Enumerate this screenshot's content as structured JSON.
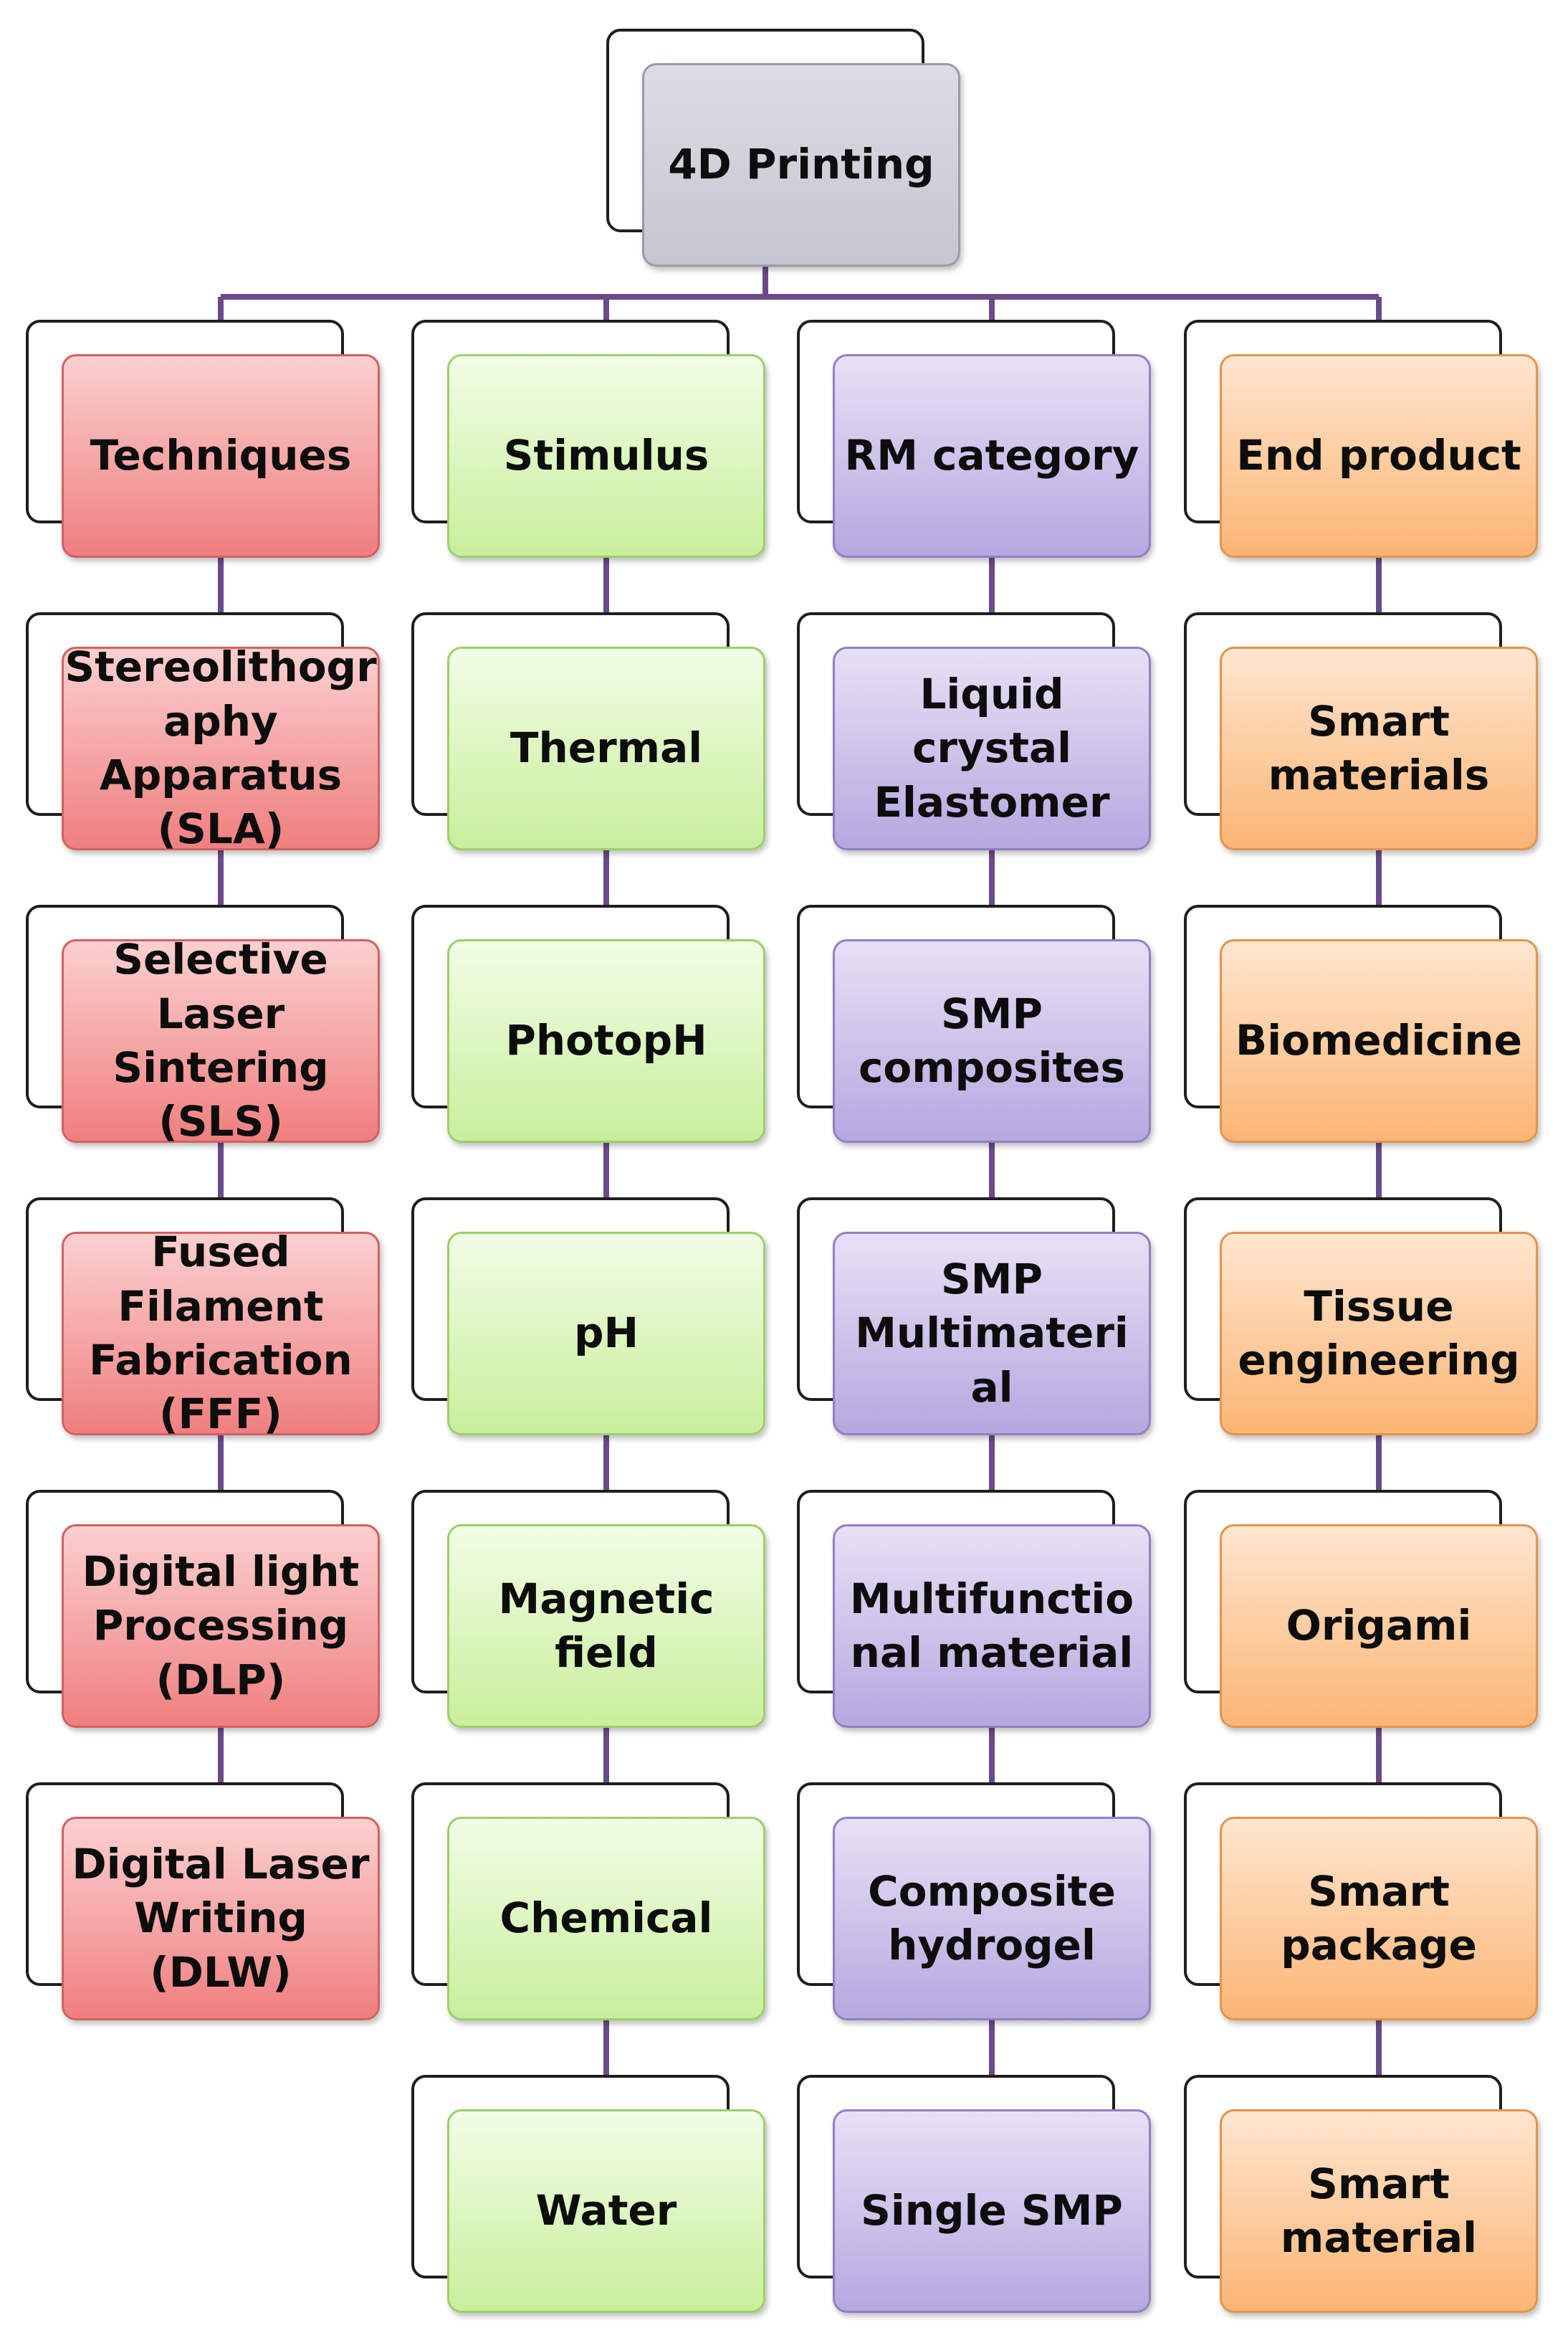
{
  "root": {
    "label": "4D Printing"
  },
  "columns": [
    {
      "theme": "red",
      "header": "Techniques",
      "items": [
        "Stereolithogr\naphy\nApparatus\n(SLA)",
        "Selective\nLaser\nSintering\n(SLS)",
        "Fused\nFilament\nFabrication\n(FFF)",
        "Digital light\nProcessing\n(DLP)",
        "Digital Laser\nWriting\n(DLW)"
      ]
    },
    {
      "theme": "green",
      "header": "Stimulus",
      "items": [
        "Thermal",
        "PhotopH",
        "pH",
        "Magnetic\nfield",
        "Chemical",
        "Water"
      ]
    },
    {
      "theme": "purple",
      "header": "RM category",
      "items": [
        "Liquid\ncrystal\nElastomer",
        "SMP\ncomposites",
        "SMP\nMultimateri\nal",
        "Multifunctio\nnal material",
        "Composite\nhydrogel",
        "Single SMP"
      ]
    },
    {
      "theme": "orange",
      "header": "End product",
      "items": [
        "Smart\nmaterials",
        "Biomedicine",
        "Tissue\nengineering",
        "Origami",
        "Smart\npackage",
        "Smart\nmaterial"
      ]
    }
  ],
  "colors": {
    "connector": "#6b4a8a",
    "red": "#f07f7f",
    "green": "#c8ef9c",
    "purple": "#b7a7e0",
    "orange": "#fbb574",
    "root": "#c6c6d2"
  }
}
